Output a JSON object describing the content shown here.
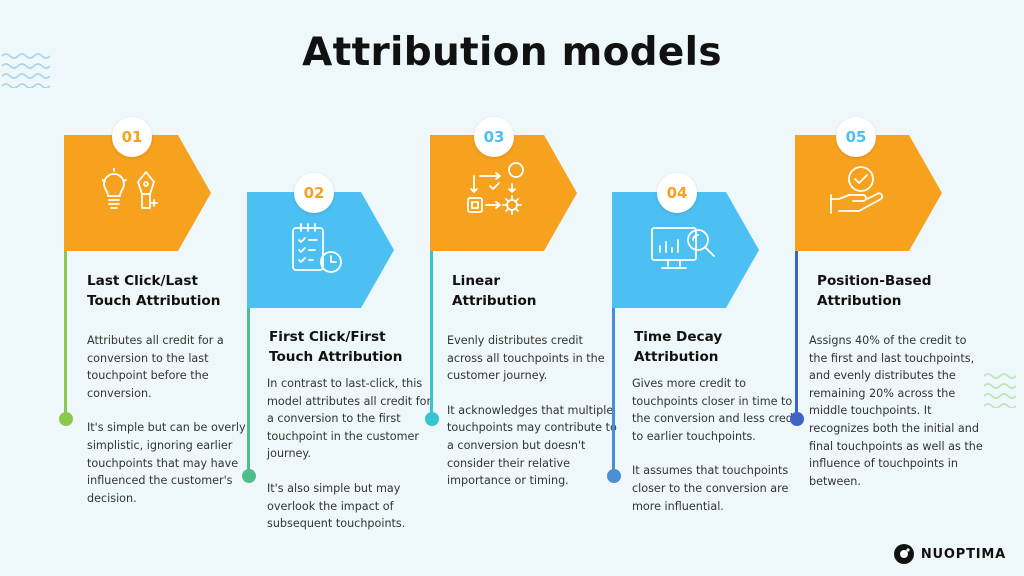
{
  "title": "Attribution models",
  "colors": {
    "orange": "#f7a21f",
    "blue": "#4cc0f2",
    "background": "#eef8fb"
  },
  "models": [
    {
      "number": "01",
      "icon": "lightbulb-pen-icon",
      "heading": "Last Click/Last\nTouch Attribution",
      "body": [
        "Attributes all credit for a conversion to the last touchpoint before the conversion.",
        "It's simple but can be overly simplistic, ignoring earlier touchpoints that may have influenced the customer's decision."
      ]
    },
    {
      "number": "02",
      "icon": "clipboard-checklist-clock-icon",
      "heading": "First Click/First\nTouch Attribution",
      "body": [
        "In contrast to last-click, this model attributes all credit for a conversion to the first touchpoint in the customer journey.",
        "It's also simple but may overlook the impact of subsequent touchpoints."
      ]
    },
    {
      "number": "03",
      "icon": "workflow-icon",
      "heading": "Linear\nAttribution",
      "body": [
        "Evenly distributes credit across all touchpoints in the customer journey.",
        " It acknowledges that multiple touchpoints may contribute to a conversion but doesn't consider their relative importance or timing."
      ]
    },
    {
      "number": "04",
      "icon": "analytics-monitor-icon",
      "heading": "Time Decay\nAttribution",
      "body": [
        "Gives more credit to touchpoints closer in time to the conversion and less credit to earlier touchpoints.",
        "It assumes that touchpoints closer to the conversion are more influential."
      ]
    },
    {
      "number": "05",
      "icon": "hand-check-icon",
      "heading": "Position-Based\nAttribution",
      "body": [
        "Assigns 40% of the credit to the first and last touchpoints, and evenly distributes the remaining 20% across the middle touchpoints. It recognizes both the initial and final touchpoints as well as the influence of touchpoints in between."
      ]
    }
  ],
  "brand": {
    "name": "NUOPTIMA"
  }
}
